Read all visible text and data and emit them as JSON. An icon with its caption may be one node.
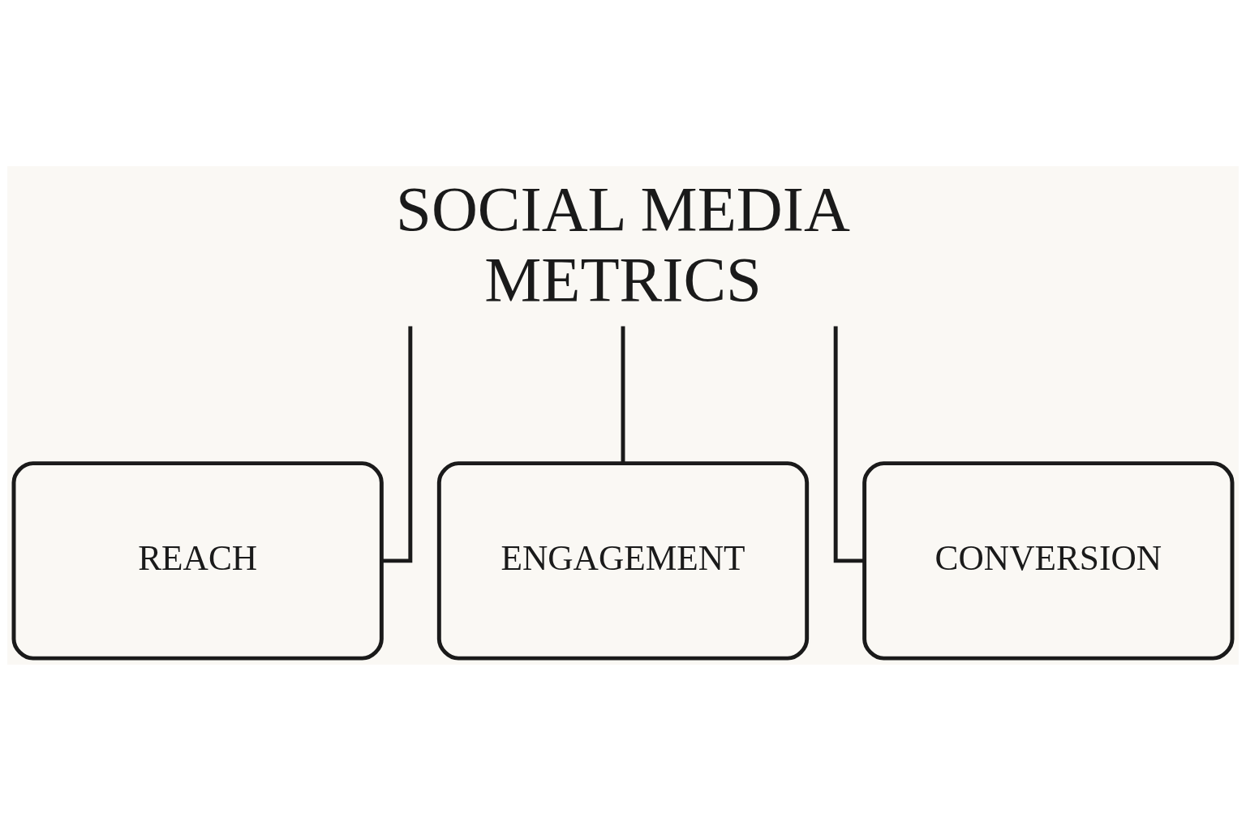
{
  "diagram": {
    "nodes": [
      {
        "text": [
          "SOCIAL MEDIA METRICS"
        ]
      },
      {
        "text": [
          "REACH"
        ]
      },
      {
        "text": [
          "ENGAGEMENT"
        ]
      },
      {
        "text": [
          "CONVERSION"
        ]
      }
    ],
    "edges": [
      {
        "from": 0,
        "to": 1,
        "arrow": "none"
      },
      {
        "from": 0,
        "to": 2,
        "arrow": "none"
      },
      {
        "from": 0,
        "to": 3,
        "arrow": "none"
      }
    ]
  }
}
